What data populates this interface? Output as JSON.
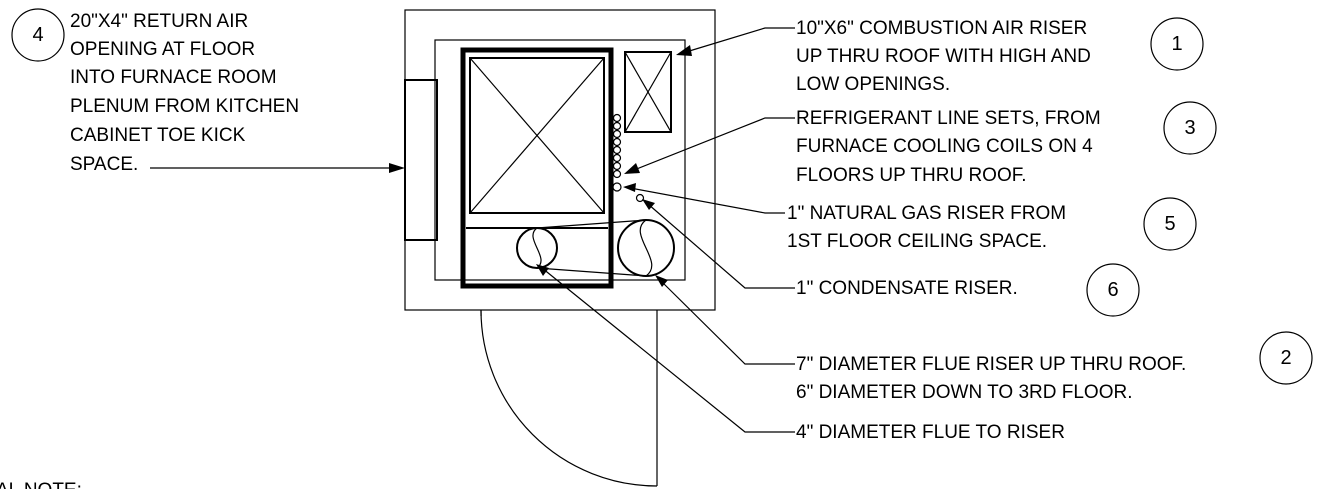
{
  "callouts": [
    {
      "number": "4",
      "lines": [
        "20\"X4\" RETURN AIR",
        "OPENING AT FLOOR",
        "INTO FURNACE ROOM",
        "PLENUM FROM KITCHEN",
        "CABINET TOE KICK",
        "SPACE."
      ]
    },
    {
      "number": "1",
      "lines": [
        "10\"X6\" COMBUSTION AIR RISER",
        "UP THRU ROOF WITH HIGH AND",
        "LOW OPENINGS."
      ]
    },
    {
      "number": "3",
      "lines": [
        "REFRIGERANT LINE SETS, FROM",
        "FURNACE COOLING COILS ON 4",
        "FLOORS UP THRU ROOF."
      ]
    },
    {
      "number": "5",
      "lines": [
        "1\" NATURAL GAS RISER FROM",
        "1ST FLOOR CEILING SPACE."
      ]
    },
    {
      "number": "6",
      "lines": [
        "1\" CONDENSATE RISER."
      ]
    },
    {
      "number": "2",
      "lines": [
        "7\" DIAMETER FLUE RISER UP THRU ROOF.",
        "6\" DIAMETER DOWN TO 3RD FLOOR."
      ]
    },
    {
      "lines": [
        "4\" DIAMETER FLUE TO RISER"
      ]
    }
  ],
  "general_note": "AL NOTE:"
}
